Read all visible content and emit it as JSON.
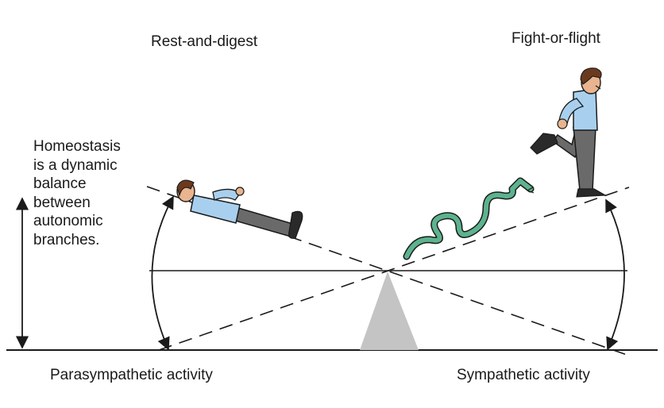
{
  "labels": {
    "rest": "Rest-and-digest",
    "fight": "Fight-or-flight",
    "parasympathetic": "Parasympathetic activity",
    "sympathetic": "Sympathetic activity"
  },
  "homeostasis_note": [
    "Homeostasis",
    "is a dynamic",
    "balance",
    "between",
    "autonomic",
    "branches."
  ],
  "colors": {
    "ink": "#1a1a1a",
    "fulcrum": "#c4c4c4",
    "snake": "#5cb38e",
    "shirt": "#a8d0ee",
    "pants": "#6a6a6a",
    "skin": "#e9b48f",
    "hair": "#6b3a1e"
  }
}
